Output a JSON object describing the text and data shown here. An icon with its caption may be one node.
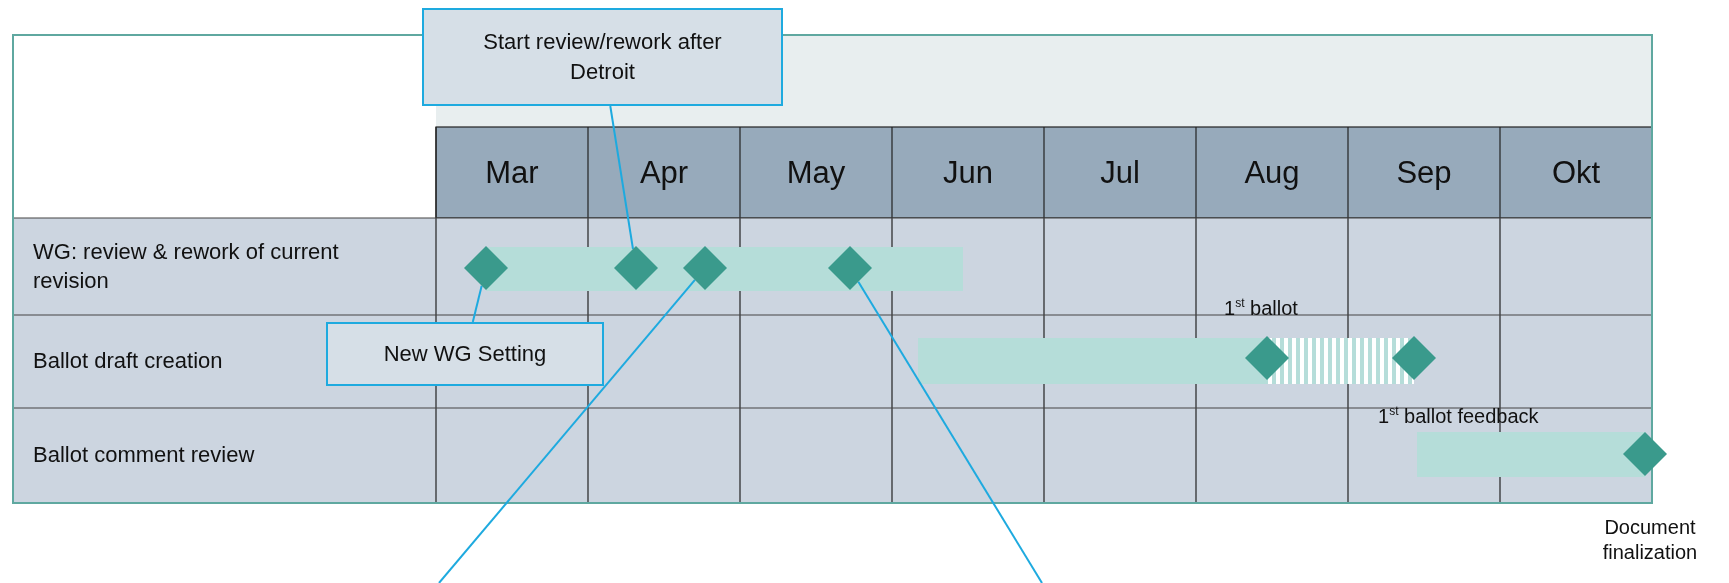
{
  "diagram": {
    "nodes": [
      {
        "text": [
          "Start review/rework after Detroit"
        ]
      },
      {
        "text": [],
        "shape": "diamond"
      },
      {
        "text": [],
        "shape": "diamond"
      },
      {
        "text": [],
        "shape": "diamond"
      },
      {
        "text": [],
        "shape": "diamond"
      },
      {
        "text": [
          "New WG Setting"
        ]
      },
      {
        "text": [],
        "shape": "diamond",
        "beside": [
          "1$^{st}$ ballot"
        ]
      },
      {
        "text": [],
        "shape": "diamond",
        "beside": [
          "1$^{st}$ ballot feedback"
        ]
      },
      {
        "text": [],
        "shape": "diamond",
        "beside": [
          "Document finalization"
        ]
      }
    ],
    "edges": [
      {
        "from": 0,
        "to": 2,
        "arrow": "none"
      },
      {
        "from": 5,
        "to": 1,
        "arrow": "none"
      },
      {
        "from": null,
        "to": 3,
        "arrow": "none"
      },
      {
        "from": null,
        "to": 4,
        "arrow": "none"
      }
    ],
    "labels": [
      "Mar",
      "Apr",
      "May",
      "Jun",
      "Jul",
      "Aug",
      "Sep",
      "Okt",
      "WG: review & rework of current revision",
      "Ballot draft creation",
      "Ballot comment review"
    ]
  }
}
